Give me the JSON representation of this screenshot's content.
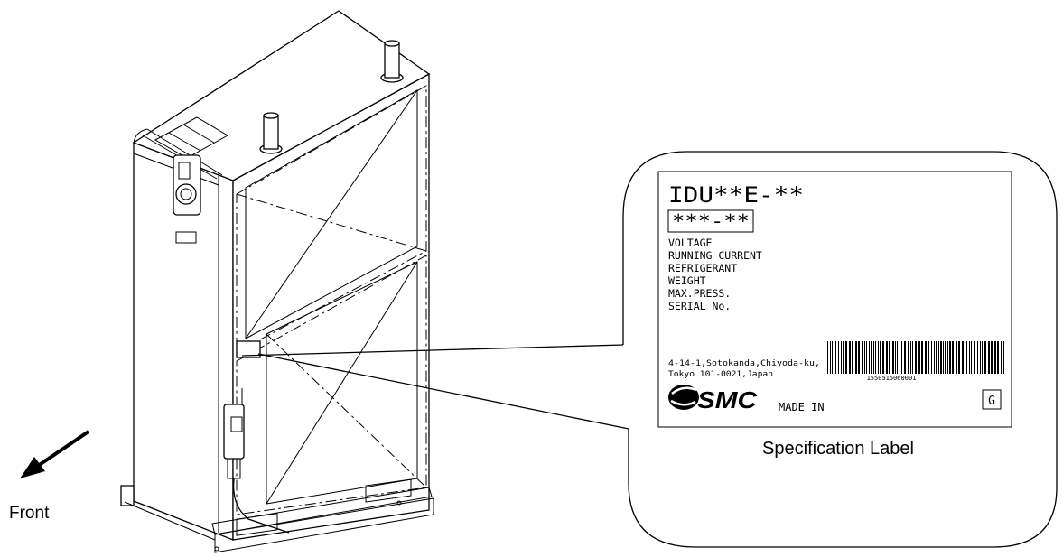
{
  "label": {
    "model": "IDU**E-**",
    "code": "***-**",
    "fields": [
      "VOLTAGE",
      "RUNNING CURRENT",
      "REFRIGERANT",
      "WEIGHT",
      "MAX.PRESS.",
      "SERIAL No."
    ],
    "address_line1": "4-14-1,Sotokanda,Chiyoda-ku,",
    "address_line2": "Tokyo 101-0021,Japan",
    "barcode_number": "1550515060001",
    "logo_text": "SMC",
    "made_in": "MADE IN",
    "grade_mark": "G"
  },
  "callout": {
    "caption": "Specification Label"
  },
  "direction": {
    "front_label": "Front"
  }
}
